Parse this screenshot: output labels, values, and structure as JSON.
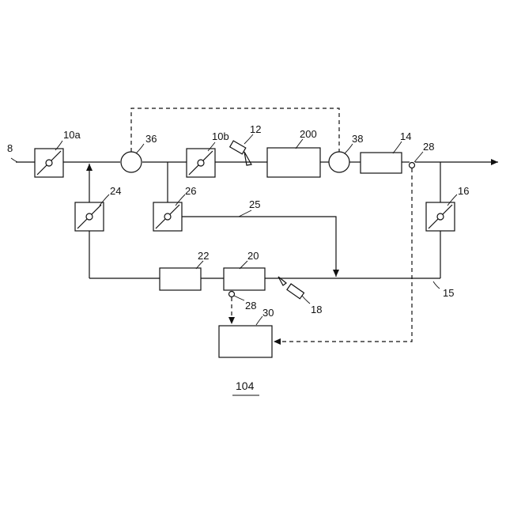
{
  "diagram": {
    "labels": {
      "l8": "8",
      "l10a": "10a",
      "l36": "36",
      "l10b": "10b",
      "l12": "12",
      "l200": "200",
      "l38": "38",
      "l14": "14",
      "l28a": "28",
      "l16": "16",
      "l24": "24",
      "l26": "26",
      "l25": "25",
      "l22": "22",
      "l20": "20",
      "l28b": "28",
      "l18": "18",
      "l15": "15",
      "l30": "30"
    },
    "figure_number": "104"
  }
}
